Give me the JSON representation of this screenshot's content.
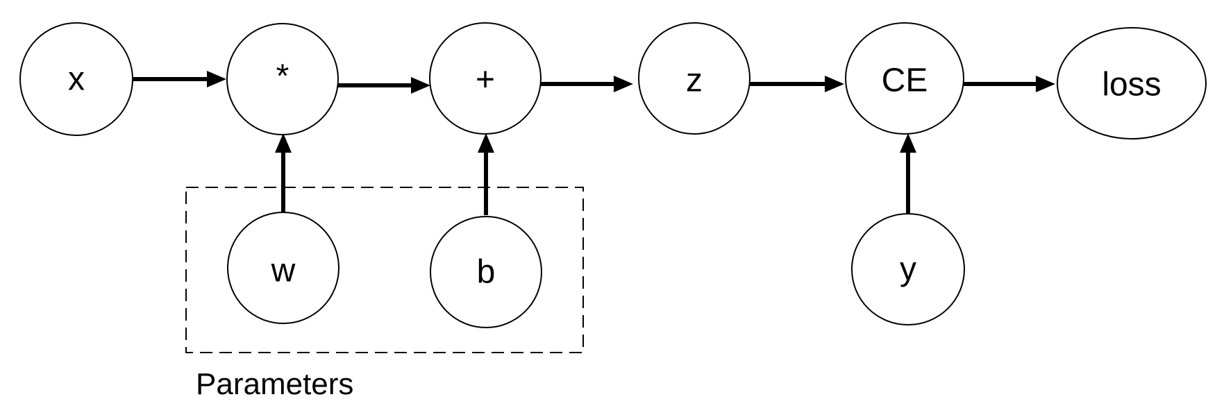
{
  "diagram": {
    "nodes": {
      "x": "x",
      "mul": "*",
      "add": "+",
      "z": "z",
      "ce": "CE",
      "loss": "loss",
      "w": "w",
      "b": "b",
      "y": "y"
    },
    "group_label": "Parameters",
    "edges": [
      [
        "x",
        "mul"
      ],
      [
        "mul",
        "add"
      ],
      [
        "add",
        "z"
      ],
      [
        "z",
        "ce"
      ],
      [
        "ce",
        "loss"
      ],
      [
        "w",
        "mul"
      ],
      [
        "b",
        "add"
      ],
      [
        "y",
        "ce"
      ]
    ]
  }
}
